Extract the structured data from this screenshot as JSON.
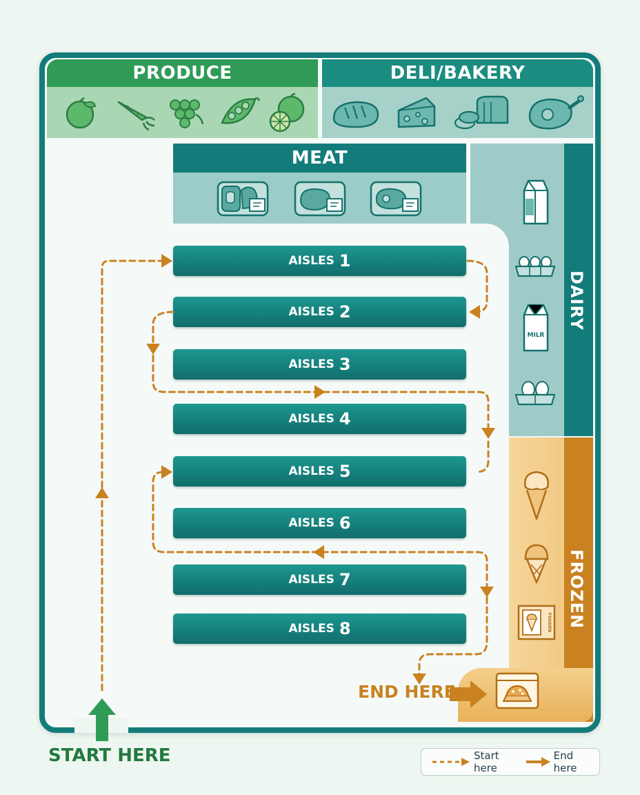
{
  "sections": {
    "produce": {
      "title": "PRODUCE",
      "icons": [
        "apple-icon",
        "carrot-icon",
        "grapes-icon",
        "peapod-icon",
        "citrus-icon"
      ]
    },
    "deli_bakery": {
      "title": "DELI/BAKERY",
      "icons": [
        "bread-icon",
        "cheese-icon",
        "sliced-loaf-icon",
        "ham-icon"
      ]
    },
    "meat": {
      "title": "MEAT",
      "icons": [
        "meat-package-icon",
        "chicken-package-icon",
        "steak-package-icon"
      ]
    },
    "dairy": {
      "title": "DAIRY",
      "icons": [
        "milk-carton-icon",
        "egg-carton-icon",
        "milk-carton-label-icon",
        "egg-carton-icon"
      ],
      "carton_text": "MILR"
    },
    "frozen": {
      "title": "FROZEN",
      "icons": [
        "ice-cream-cone-icon",
        "ice-cream-scoop-icon",
        "frozen-box-icon",
        "frozen-meal-icon"
      ],
      "box_text": "FOGDEN"
    }
  },
  "aisles": [
    {
      "label": "AISLES",
      "number": "1"
    },
    {
      "label": "AISLES",
      "number": "2"
    },
    {
      "label": "AISLES",
      "number": "3"
    },
    {
      "label": "AISLES",
      "number": "4"
    },
    {
      "label": "AISLES",
      "number": "5"
    },
    {
      "label": "AISLES",
      "number": "6"
    },
    {
      "label": "AISLES",
      "number": "7"
    },
    {
      "label": "AISLES",
      "number": "8"
    }
  ],
  "route": {
    "start_label": "START HERE",
    "end_label": "END HERE",
    "line_style": "dashed",
    "color": "#c9821f"
  },
  "legend": {
    "dashed_label": "Start here",
    "solid_label": "End here"
  },
  "colors": {
    "teal": "#137c7a",
    "produce_green": "#2f9b57",
    "route_orange": "#c9821f",
    "start_green": "#237a3e",
    "frozen_gold": "#efc27a"
  }
}
